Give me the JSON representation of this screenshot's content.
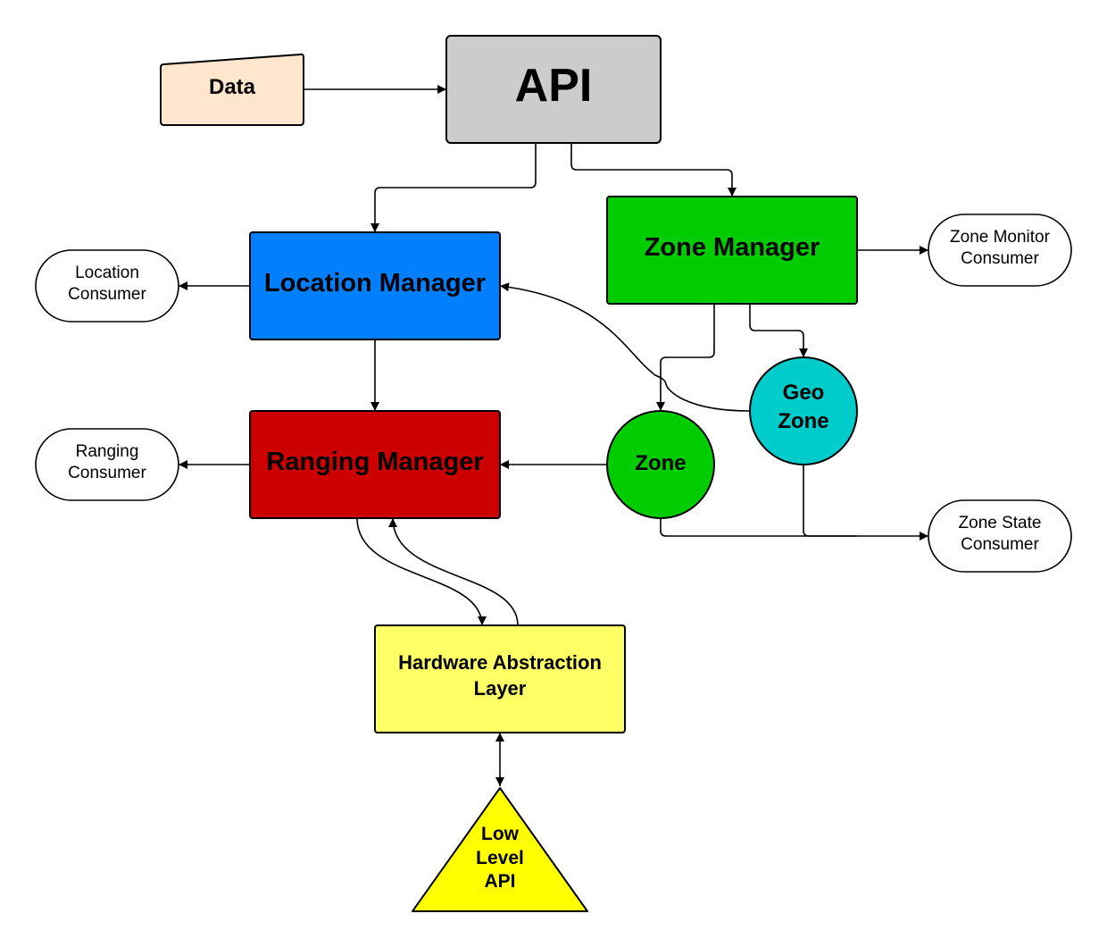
{
  "nodes": {
    "data": {
      "label": "Data",
      "color": "#FFE6CC"
    },
    "api": {
      "label": "API",
      "color": "#CCCCCC"
    },
    "zone_manager": {
      "label": "Zone Manager",
      "color": "#00CC00"
    },
    "location_manager": {
      "label": "Location Manager",
      "color": "#0080FF"
    },
    "ranging_manager": {
      "label": "Ranging Manager",
      "color": "#CC0000"
    },
    "location_consumer": {
      "line1": "Location",
      "line2": "Consumer"
    },
    "ranging_consumer": {
      "line1": "Ranging",
      "line2": "Consumer"
    },
    "zone_monitor_consumer": {
      "line1": "Zone Monitor",
      "line2": "Consumer"
    },
    "zone_state_consumer": {
      "line1": "Zone State",
      "line2": "Consumer"
    },
    "geo_zone": {
      "line1": "Geo",
      "line2": "Zone",
      "color": "#00CCCC"
    },
    "zone": {
      "label": "Zone",
      "color": "#00CC00"
    },
    "hal": {
      "line1": "Hardware Abstraction",
      "line2": "Layer",
      "color": "#FFFF66"
    },
    "low_level_api": {
      "line1": "Low",
      "line2": "Level",
      "line3": "API",
      "color": "#FFFF00"
    }
  },
  "edges": [
    {
      "from": "Data",
      "to": "API"
    },
    {
      "from": "API",
      "to": "Location Manager"
    },
    {
      "from": "API",
      "to": "Zone Manager"
    },
    {
      "from": "Location Manager",
      "to": "Location Consumer"
    },
    {
      "from": "Location Manager",
      "to": "Ranging Manager"
    },
    {
      "from": "Zone Manager",
      "to": "Zone Monitor Consumer"
    },
    {
      "from": "Zone Manager",
      "to": "Zone"
    },
    {
      "from": "Zone Manager",
      "to": "Geo Zone"
    },
    {
      "from": "Geo Zone",
      "to": "Location Manager"
    },
    {
      "from": "Zone",
      "to": "Ranging Manager"
    },
    {
      "from": "Ranging Manager",
      "to": "Ranging Consumer"
    },
    {
      "from": "Zone",
      "to": "Zone State Consumer"
    },
    {
      "from": "Geo Zone",
      "to": "Zone State Consumer"
    },
    {
      "from": "Ranging Manager",
      "to": "Hardware Abstraction Layer"
    },
    {
      "from": "Hardware Abstraction Layer",
      "to": "Ranging Manager"
    },
    {
      "from": "Hardware Abstraction Layer",
      "to": "Low Level API",
      "bidirectional": true
    }
  ]
}
